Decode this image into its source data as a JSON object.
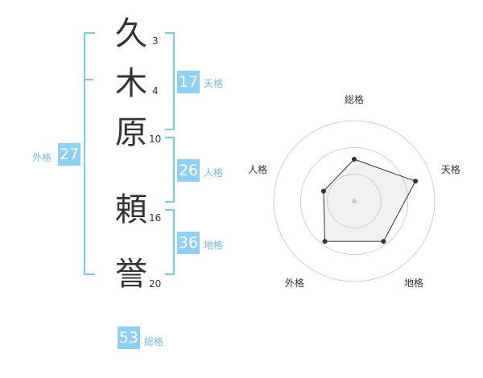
{
  "name": {
    "chars": [
      {
        "char": "久",
        "strokes": "3"
      },
      {
        "char": "木",
        "strokes": "4"
      },
      {
        "char": "原",
        "strokes": "10"
      },
      {
        "char": "頼",
        "strokes": "16"
      },
      {
        "char": "誉",
        "strokes": "20"
      }
    ]
  },
  "kakusu": {
    "tenkaku": {
      "value": "17",
      "label": "天格"
    },
    "jinkaku": {
      "value": "26",
      "label": "人格"
    },
    "chikaku": {
      "value": "36",
      "label": "地格"
    },
    "gaikaku": {
      "value": "27",
      "label": "外格"
    },
    "soukaku": {
      "value": "53",
      "label": "総格"
    }
  },
  "colors": {
    "accent": "#8fcff3",
    "bracket": "#7cc6ee",
    "label": "#6fbce8"
  },
  "chart_data": {
    "type": "radar",
    "axes": [
      "総格",
      "天格",
      "地格",
      "外格",
      "人格"
    ],
    "values": [
      0.52,
      0.8,
      0.62,
      0.62,
      0.4
    ],
    "rings": 3
  }
}
